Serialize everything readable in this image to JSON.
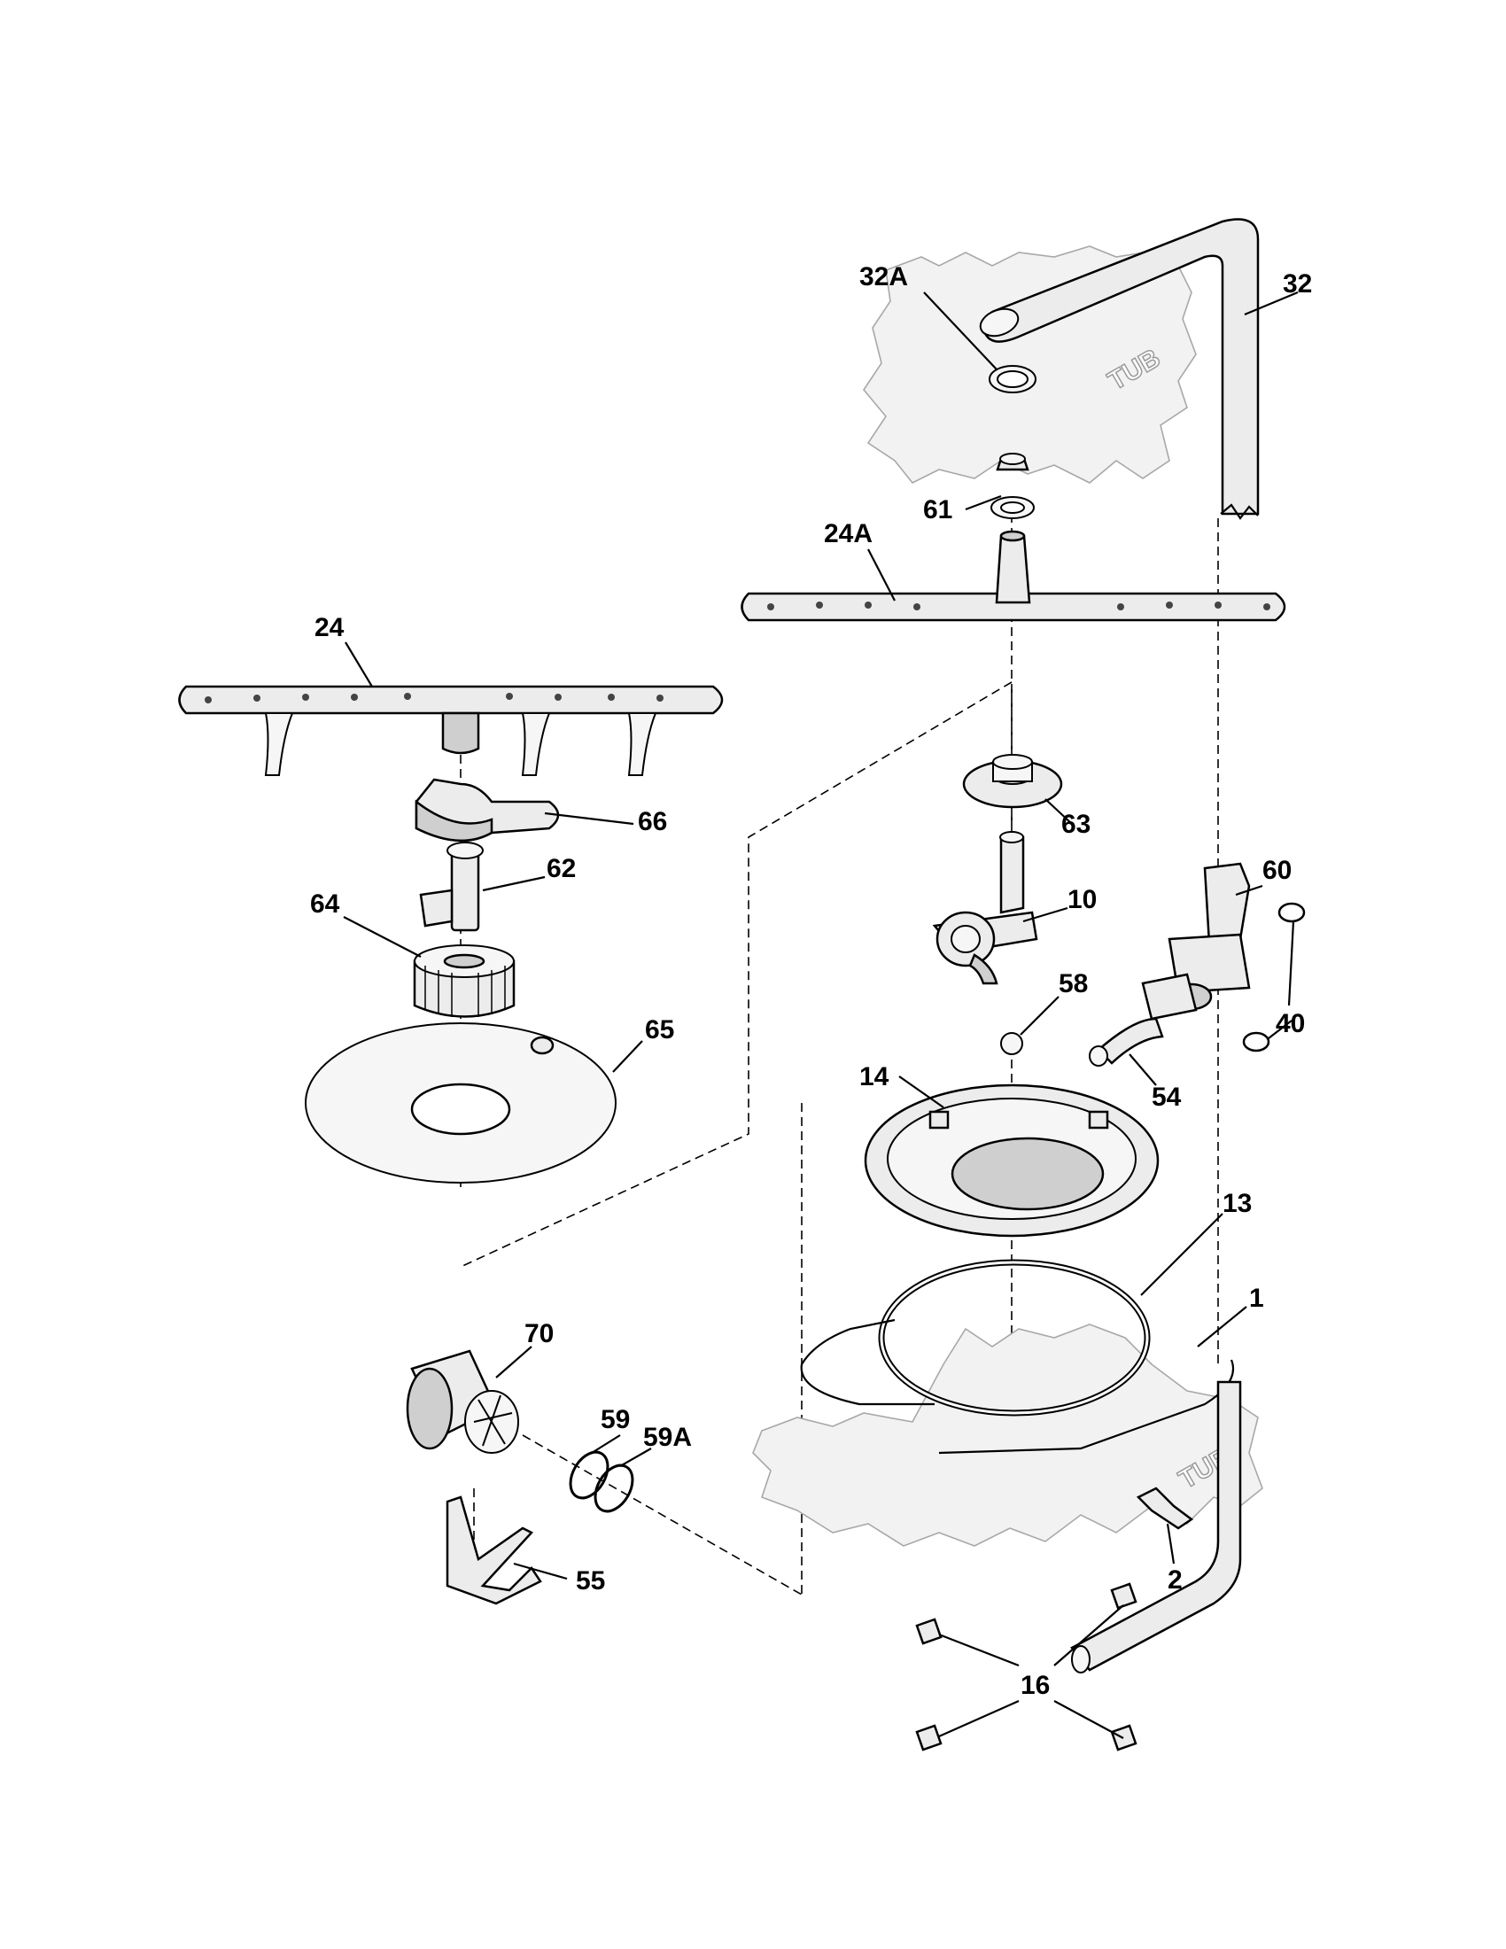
{
  "diagram": {
    "tub_labels": [
      "TUB",
      "TUB"
    ],
    "callouts": {
      "c32A": "32A",
      "c32": "32",
      "c61": "61",
      "c24A": "24A",
      "c24": "24",
      "c66": "66",
      "c63": "63",
      "c62": "62",
      "c60": "60",
      "c64": "64",
      "c10": "10",
      "c58": "58",
      "c40": "40",
      "c65": "65",
      "c54": "54",
      "c14": "14",
      "c13": "13",
      "c1": "1",
      "c70": "70",
      "c59": "59",
      "c59A": "59A",
      "c55": "55",
      "c2": "2",
      "c16": "16"
    }
  }
}
